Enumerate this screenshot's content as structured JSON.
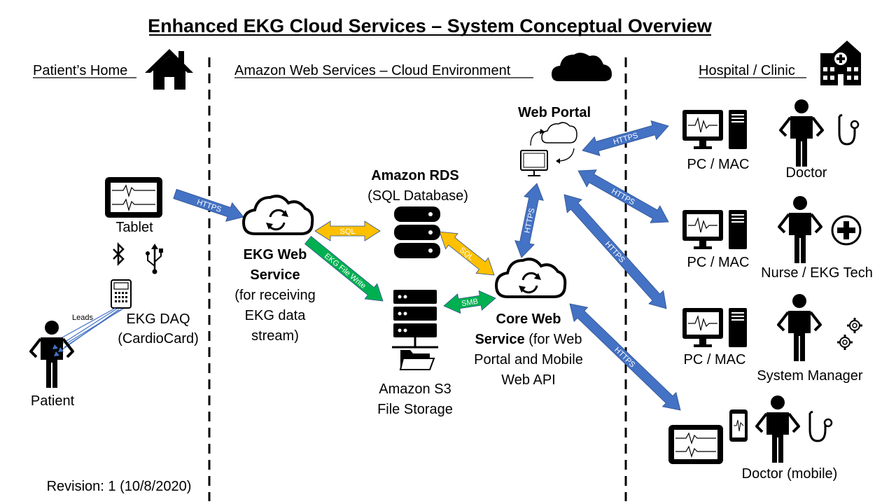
{
  "title": "Enhanced EKG Cloud Services – System Conceptual Overview",
  "sections": {
    "home": "Patient’s Home",
    "cloud": "Amazon Web Services – Cloud Environment",
    "hospital": "Hospital / Clinic"
  },
  "home": {
    "tablet": "Tablet",
    "daq_line1": "EKG DAQ",
    "daq_line2": "(CardioCard)",
    "leads": "Leads",
    "patient": "Patient",
    "revision": "Revision: 1 (10/8/2020)"
  },
  "cloud": {
    "ekg_ws_line1": "EKG Web",
    "ekg_ws_line2": "Service",
    "ekg_ws_line3": "(for receiving",
    "ekg_ws_line4": "EKG data",
    "ekg_ws_line5": "stream)",
    "rds_line1": "Amazon RDS",
    "rds_line2": "(SQL Database)",
    "s3_line1": "Amazon S3",
    "s3_line2": "File Storage",
    "web_portal": "Web Portal",
    "core_line1": "Core Web",
    "core_line2a": "Service",
    "core_line2b": " (for Web",
    "core_line3": "Portal and Mobile",
    "core_line4": "Web API"
  },
  "arrows": {
    "tablet_ekg": "HTTPS",
    "ekg_rds": "SQL",
    "ekg_s3": "EKG File Write",
    "rds_core": "SQL",
    "s3_core": "SMB",
    "portal_core": "HTTPS",
    "portal_doctor": "HTTPS",
    "portal_nurse": "HTTPS",
    "portal_manager": "HTTPS",
    "core_mobile": "HTTPS"
  },
  "hospital": {
    "pc1": "PC / MAC",
    "pc2": "PC / MAC",
    "pc3": "PC / MAC",
    "doctor": "Doctor",
    "nurse": "Nurse / EKG Tech",
    "manager": "System Manager",
    "doctor_mobile": "Doctor (mobile)"
  },
  "colors": {
    "https_arrow": "#4472C4",
    "sql_arrow": "#FFC000",
    "file_arrow": "#00B050",
    "ink": "#000000"
  }
}
